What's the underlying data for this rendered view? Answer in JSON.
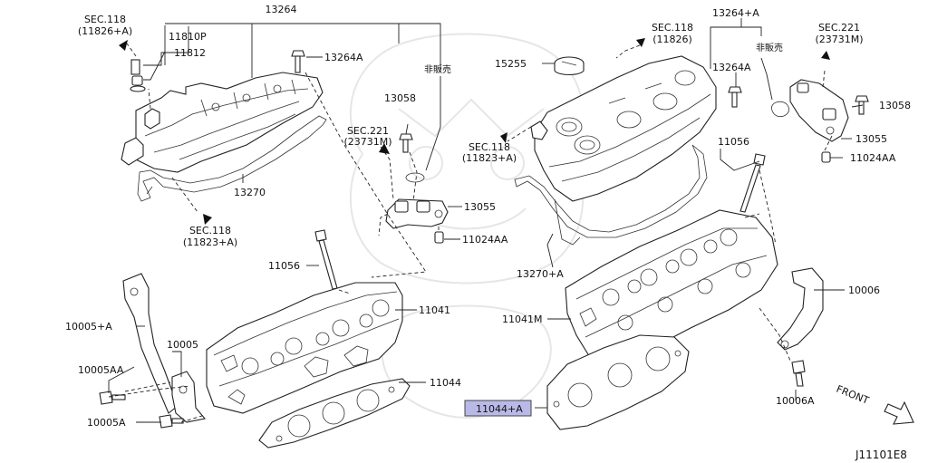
{
  "highlight_color": "#b9b9e8",
  "labels": {
    "sec118_11826a": "SEC.118",
    "sec118_11826a_sub": "(11826+A)",
    "p11810p": "11810P",
    "p11812": "11812",
    "p13264": "13264",
    "p13264a_left": "13264A",
    "hihanbai_left": "非販売",
    "p13058_left": "13058",
    "sec221_left": "SEC.221",
    "sec221_left_sub": "(23731M)",
    "p13055_left": "13055",
    "p11024aa_left": "11024AA",
    "p13270": "13270",
    "sec118_11823a_left": "SEC.118",
    "sec118_11823a_left_sub": "(11823+A)",
    "p11056_left": "11056",
    "p11041": "11041",
    "p10005a_upper": "10005+A",
    "p10005": "10005",
    "p10005aa": "10005AA",
    "p10005a_lower": "10005A",
    "p11044": "11044",
    "p11044a": "11044+A",
    "sec118_11826": "SEC.118",
    "sec118_11826_sub": "(11826)",
    "p13264a_plus": "13264+A",
    "p15255": "15255",
    "p13264a_right": "13264A",
    "hihanbai_right": "非販売",
    "sec221_right": "SEC.221",
    "sec221_right_sub": "(23731M)",
    "p13058_right": "13058",
    "p13055_right": "13055",
    "p11024aa_right": "11024AA",
    "sec118_11823a_right": "SEC.118",
    "sec118_11823a_right_sub": "(11823+A)",
    "p11056_right": "11056",
    "p13270a": "13270+A",
    "p11041m": "11041M",
    "p10006": "10006",
    "p10006a": "10006A",
    "front": "FRONT",
    "diagram_code": "J11101E8"
  }
}
